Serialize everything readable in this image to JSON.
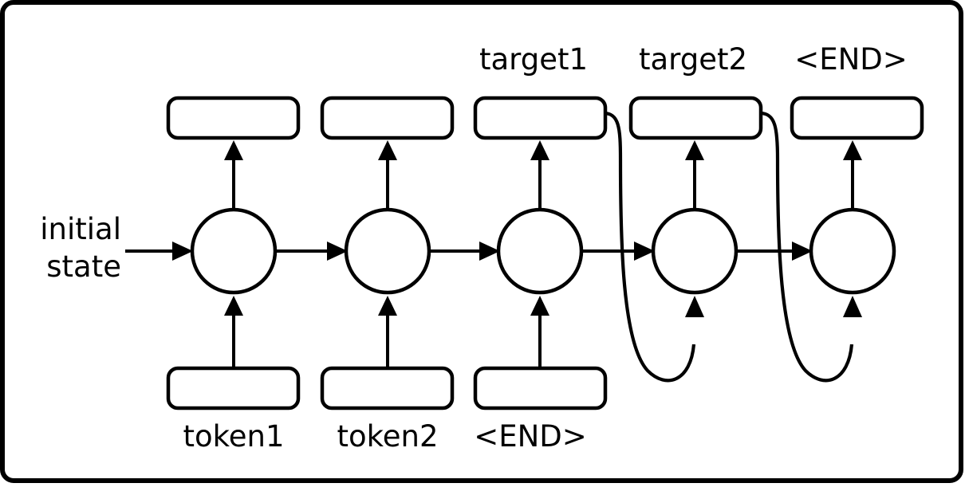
{
  "diagram": {
    "title": "sequence-to-sequence recurrent network unrolled",
    "frame": {
      "border_color": "#000000",
      "background": "#ffffff"
    },
    "initial_state": {
      "line1": "initial",
      "line2": "state"
    },
    "columns": [
      {
        "index": 1,
        "input_label": "token1",
        "output_label": "",
        "has_feedback_out": false,
        "has_feedback_in": false
      },
      {
        "index": 2,
        "input_label": "token2",
        "output_label": "",
        "has_feedback_out": false,
        "has_feedback_in": false
      },
      {
        "index": 3,
        "input_label": "<END>",
        "output_label": "target1",
        "has_feedback_out": true,
        "has_feedback_in": false
      },
      {
        "index": 4,
        "input_label": "",
        "output_label": "target2",
        "has_feedback_out": true,
        "has_feedback_in": true
      },
      {
        "index": 5,
        "input_label": "",
        "output_label": "<END>",
        "has_feedback_out": false,
        "has_feedback_in": true
      }
    ]
  }
}
